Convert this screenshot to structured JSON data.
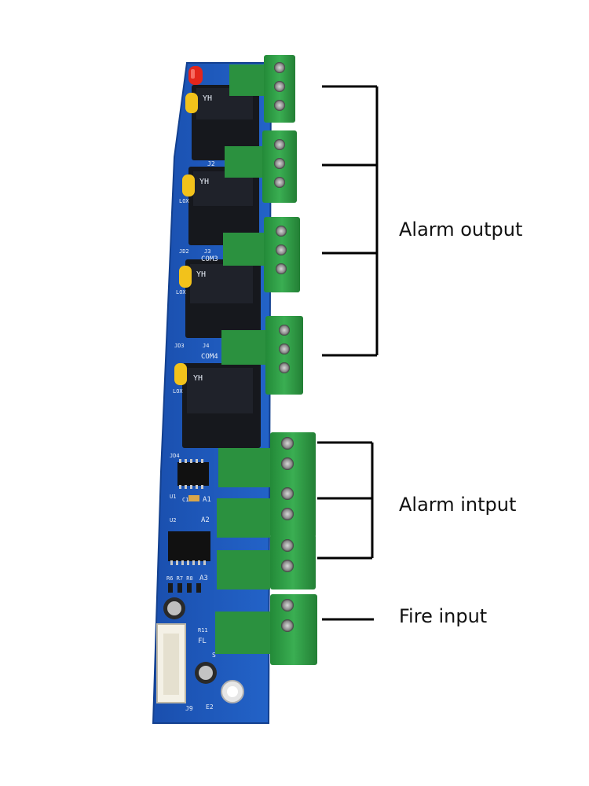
{
  "callouts": {
    "alarm_output": "Alarm output",
    "alarm_input": "Alarm intput",
    "fire_input": "Fire input"
  },
  "board": {
    "silkscreen": {
      "j2": "J2",
      "jd2": "JD2",
      "j3": "J3",
      "jd3": "JD3",
      "j4": "J4",
      "com3": "COM3",
      "com4": "COM4",
      "jd4": "JD4",
      "u1": "U1",
      "u2": "U2",
      "c1": "C1",
      "a1": "A1",
      "a2": "A2",
      "a3": "A3",
      "r6r7r8": "R6 R7 R8",
      "r11": "R11",
      "fl": "FL",
      "s": "S",
      "j9": "J9",
      "e2": "E2",
      "lox": "LOX"
    },
    "relay_text": "YH"
  },
  "colors": {
    "pcb": "#1d56b8",
    "relay": "#15171c",
    "terminal": "#2f9a45",
    "bracket": "#000000",
    "led_red": "#e3261b",
    "led_yellow": "#f2c21b"
  }
}
